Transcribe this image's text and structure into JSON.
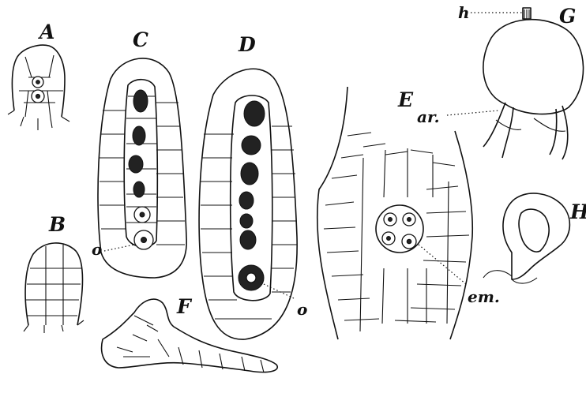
{
  "figure": {
    "panel_labels": {
      "A": "A",
      "B": "B",
      "C": "C",
      "D": "D",
      "E": "E",
      "F": "F",
      "G": "G",
      "H": "H"
    },
    "annotations": {
      "o_c": "o",
      "o_d": "o",
      "h": "h",
      "ar": "ar.",
      "em": "em."
    }
  }
}
